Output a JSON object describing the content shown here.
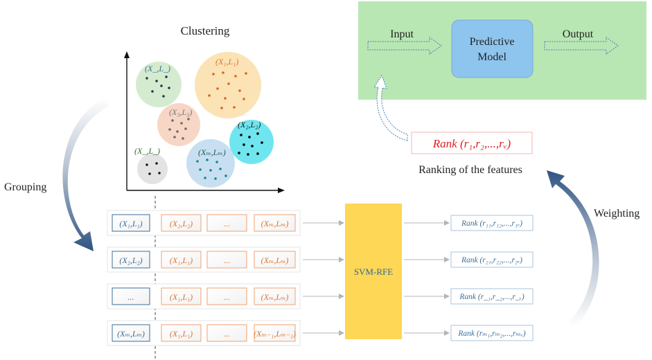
{
  "clustering": {
    "title": "Clustering",
    "clusters": [
      {
        "label": "(X_,L_)",
        "color": "#d5ebcf"
      },
      {
        "label": "(X₁,L₁)",
        "color": "#fbe3b5"
      },
      {
        "label": "(X₃,L₃)",
        "color": "#f7d6c6"
      },
      {
        "label": "(X₂,L₂)",
        "color": "#6fe6ef"
      },
      {
        "label": "(X_,L_)",
        "color": "#e3e3e3"
      },
      {
        "label": "(Xₘ,Lₘ)",
        "color": "#c8dff2"
      }
    ]
  },
  "labels": {
    "grouping": "Grouping",
    "weighting": "Weighting",
    "ranking_caption": "Ranking of the features",
    "svm": "SVM-RFE"
  },
  "model": {
    "input": "Input",
    "box_line1": "Predictive",
    "box_line2": "Model",
    "output": "Output"
  },
  "rank_main": {
    "word": "Rank",
    "args": "(r₁,r₂,...,rᵥ)"
  },
  "groups": [
    {
      "cells": [
        "(X₁,L₁)",
        "(X₂,L₂)",
        "...",
        "(Xₘ,Lₘ)"
      ],
      "rank": "Rank (r₁₁,r₁₂,...,r₁ᵥ)"
    },
    {
      "cells": [
        "(X₂,L₂)",
        "(X₁,L₁)",
        "...",
        "(Xₘ,Lₘ)"
      ],
      "rank": "Rank (r₂₁,r₂₂,...,r₂ᵥ)"
    },
    {
      "cells": [
        "...",
        "(X₁,L₁)",
        "...",
        "(Xₘ,Lₘ)"
      ],
      "rank": "Rank (r_₁,r_₂,...,r_ᵥ)"
    },
    {
      "cells": [
        "(Xₘ,Lₘ)",
        "(X₁,L₁)",
        "...",
        "(Xₘ₋₁,Lₘ₋₁)"
      ],
      "rank": "Rank (rₘ₁,rₘ₂,...,rₘᵥ)"
    }
  ],
  "colors": {
    "blue_text": "#3a6d99",
    "orange_text": "#e0702c",
    "svm_fill": "#fdd755",
    "model_bg": "#b9e7b4",
    "model_box": "#8ec5ee",
    "rank_red": "#e11d1d",
    "curve_blue": "#3b5f8c"
  }
}
